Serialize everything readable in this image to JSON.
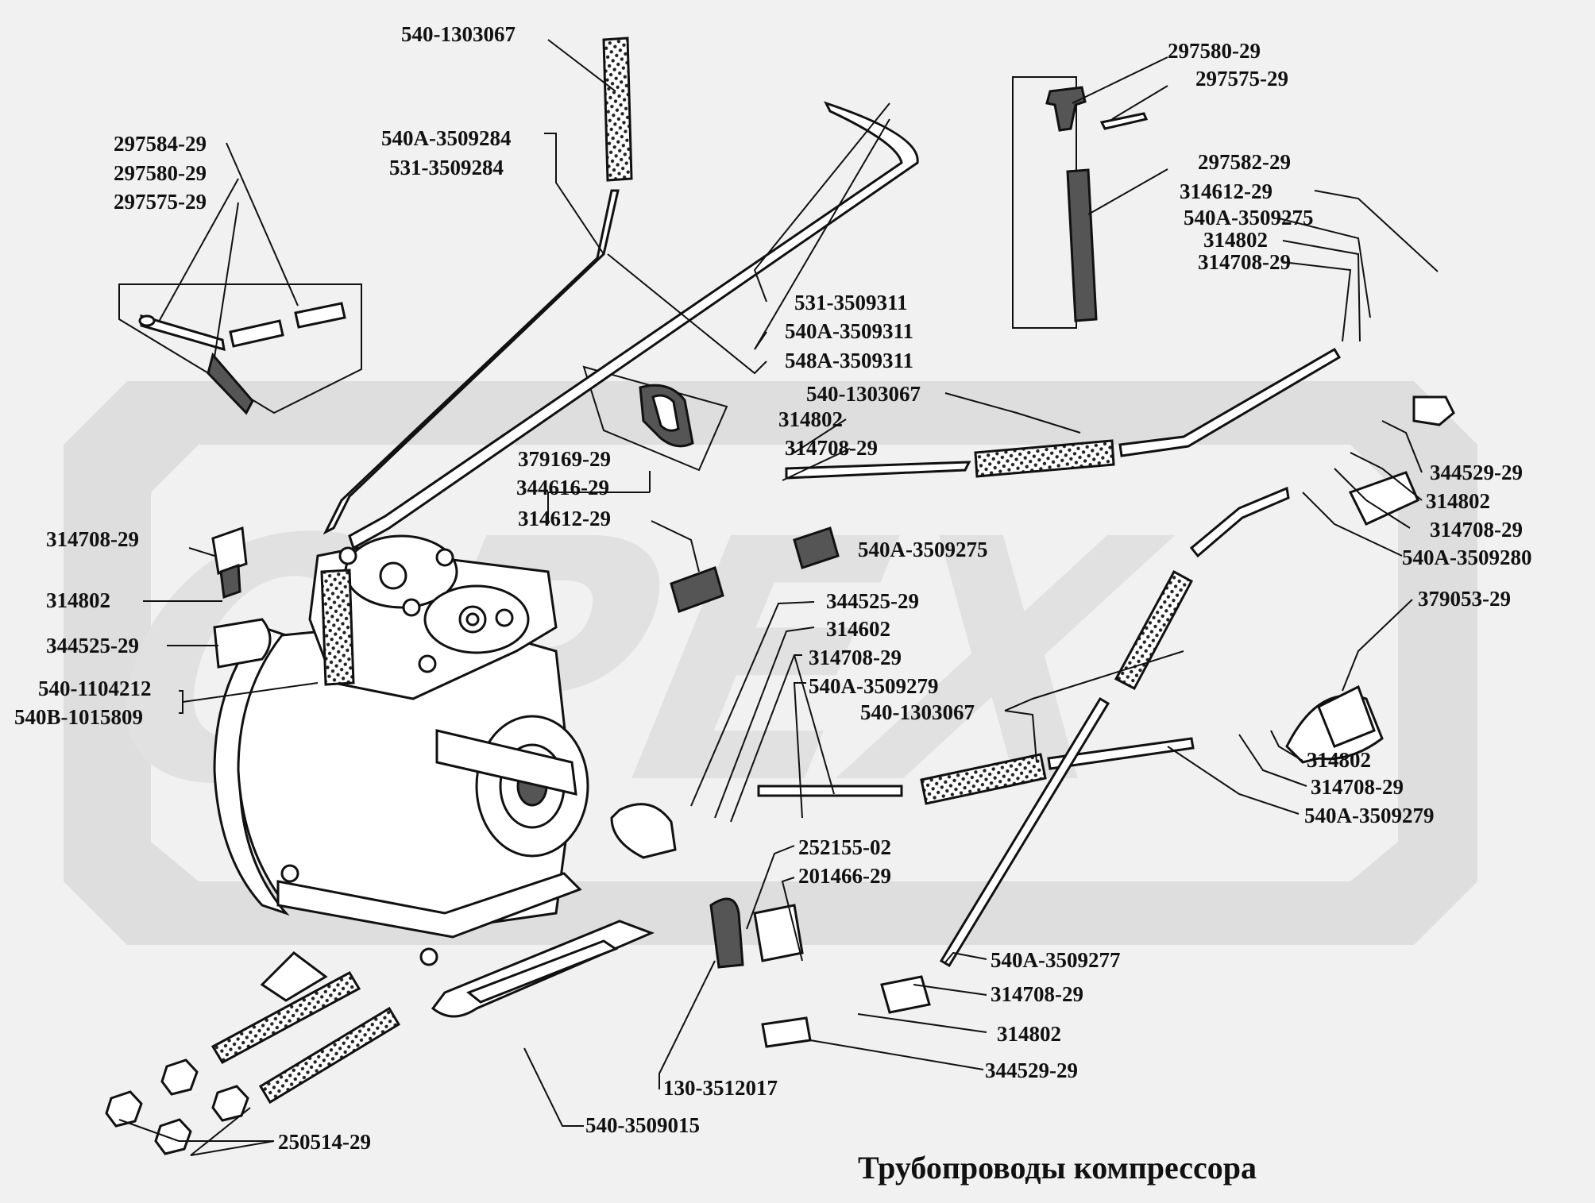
{
  "title": "Трубопроводы компрессора",
  "watermark": {
    "text": "OPEX",
    "color": "#d9d9d9"
  },
  "colors": {
    "ink": "#111111",
    "paper": "#f1f1f1"
  },
  "labels": [
    {
      "id": "l01",
      "text": "540-1303067"
    },
    {
      "id": "l02",
      "text": "540А-3509284"
    },
    {
      "id": "l03",
      "text": "531-3509284"
    },
    {
      "id": "l04",
      "text": "297584-29"
    },
    {
      "id": "l05",
      "text": "297580-29"
    },
    {
      "id": "l06",
      "text": "297575-29"
    },
    {
      "id": "l07",
      "text": "297580-29"
    },
    {
      "id": "l08",
      "text": "297575-29"
    },
    {
      "id": "l09",
      "text": "297582-29"
    },
    {
      "id": "l10",
      "text": "314612-29"
    },
    {
      "id": "l11",
      "text": "540А-3509275"
    },
    {
      "id": "l12",
      "text": "314802"
    },
    {
      "id": "l13",
      "text": "314708-29"
    },
    {
      "id": "l14",
      "text": "531-3509311"
    },
    {
      "id": "l15",
      "text": "540А-3509311"
    },
    {
      "id": "l16",
      "text": "548А-3509311"
    },
    {
      "id": "l17",
      "text": "540-1303067"
    },
    {
      "id": "l18",
      "text": "314802"
    },
    {
      "id": "l19",
      "text": "314708-29"
    },
    {
      "id": "l20",
      "text": "379169-29"
    },
    {
      "id": "l21",
      "text": "344616-29"
    },
    {
      "id": "l22",
      "text": "314612-29"
    },
    {
      "id": "l23",
      "text": "540А-3509275"
    },
    {
      "id": "l24",
      "text": "344529-29"
    },
    {
      "id": "l25",
      "text": "314802"
    },
    {
      "id": "l26",
      "text": "314708-29"
    },
    {
      "id": "l27",
      "text": "540А-3509280"
    },
    {
      "id": "l28",
      "text": "314708-29"
    },
    {
      "id": "l29",
      "text": "314802"
    },
    {
      "id": "l30",
      "text": "344525-29"
    },
    {
      "id": "l31",
      "text": "540-1104212"
    },
    {
      "id": "l32",
      "text": "540В-1015809"
    },
    {
      "id": "l33",
      "text": "344525-29"
    },
    {
      "id": "l34",
      "text": "314602"
    },
    {
      "id": "l35",
      "text": "314708-29"
    },
    {
      "id": "l36",
      "text": "540А-3509279"
    },
    {
      "id": "l37",
      "text": "540-1303067"
    },
    {
      "id": "l38",
      "text": "379053-29"
    },
    {
      "id": "l39",
      "text": "314802"
    },
    {
      "id": "l40",
      "text": "314708-29"
    },
    {
      "id": "l41",
      "text": "540А-3509279"
    },
    {
      "id": "l42",
      "text": "252155-02"
    },
    {
      "id": "l43",
      "text": "201466-29"
    },
    {
      "id": "l44",
      "text": "540А-3509277"
    },
    {
      "id": "l45",
      "text": "314708-29"
    },
    {
      "id": "l46",
      "text": "314802"
    },
    {
      "id": "l47",
      "text": "344529-29"
    },
    {
      "id": "l48",
      "text": "130-3512017"
    },
    {
      "id": "l49",
      "text": "540-3509015"
    },
    {
      "id": "l50",
      "text": "250514-29"
    }
  ]
}
